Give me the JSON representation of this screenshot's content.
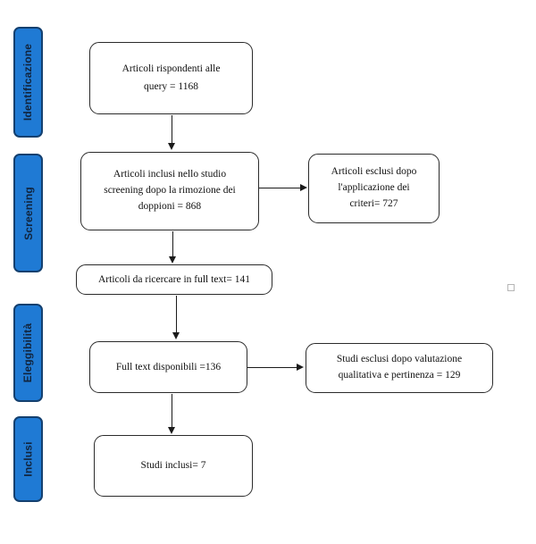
{
  "diagram": {
    "title": "PRISMA flow diagram",
    "language": "it",
    "accent_color": "#1f7ad4",
    "accent_border_color": "#14406f",
    "line_color": "#1a1a1a",
    "box_border_color": "#2b2b2b",
    "background_color": "#ffffff"
  },
  "stages": [
    {
      "id": "identificazione",
      "label": "Identificazione"
    },
    {
      "id": "screening",
      "label": "Screening"
    },
    {
      "id": "eleggibilita",
      "label": "Eleggibilità"
    },
    {
      "id": "inclusi",
      "label": "Inclusi"
    }
  ],
  "boxes": {
    "records_identified": {
      "text": "Articoli rispondenti alle\nquery = 1168",
      "count": 1168
    },
    "records_screened": {
      "text": "Articoli inclusi nello studio\nscreening dopo la rimozione dei\ndoppioni = 868",
      "count": 868
    },
    "records_excluded": {
      "text": "Articoli esclusi dopo\nl'applicazione dei\ncriteri= 727",
      "count": 727
    },
    "fulltext_sought": {
      "text": "Articoli da ricercare in full text= 141",
      "count": 141
    },
    "fulltext_assessed": {
      "text": "Full text disponibili =136",
      "count": 136
    },
    "studies_excluded": {
      "text": "Studi esclusi dopo valutazione\nqualitativa e pertinenza = 129",
      "count": 129
    },
    "studies_included": {
      "text": "Studi inclusi= 7",
      "count": 7
    }
  }
}
